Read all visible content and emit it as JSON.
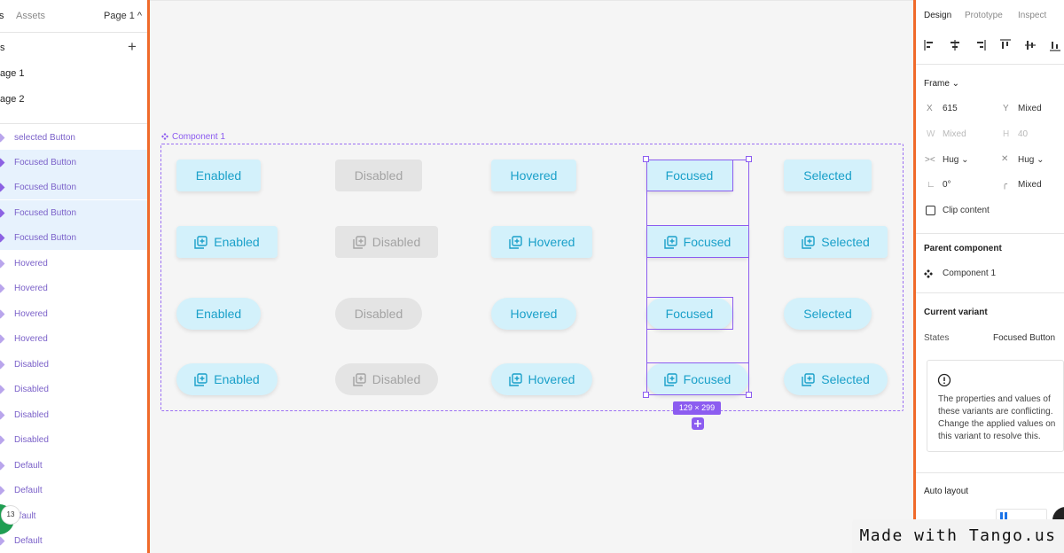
{
  "left_panel": {
    "tabs": [
      {
        "label": "s"
      },
      {
        "label": "Assets"
      }
    ],
    "page_selector": "Page 1 ^",
    "pages_header": "s",
    "add_page_icon": "plus-icon",
    "pages": [
      {
        "label": "age 1"
      },
      {
        "label": "age 2"
      }
    ],
    "layers": [
      {
        "label": "selected Button"
      },
      {
        "label": "Focused Button"
      },
      {
        "label": "Focused Button"
      },
      {
        "label": "Focused Button"
      },
      {
        "label": "Focused Button"
      },
      {
        "label": "Hovered"
      },
      {
        "label": "Hovered"
      },
      {
        "label": "Hovered"
      },
      {
        "label": "Hovered"
      },
      {
        "label": "Disabled"
      },
      {
        "label": "Disabled"
      },
      {
        "label": "Disabled"
      },
      {
        "label": "Disabled"
      },
      {
        "label": "Default"
      },
      {
        "label": "Default"
      },
      {
        "label": "efault"
      },
      {
        "label": "Default"
      }
    ],
    "badge_count": "13"
  },
  "canvas": {
    "component_label": "Component 1",
    "buttons": {
      "enabled": "Enabled",
      "disabled": "Disabled",
      "hovered": "Hovered",
      "focused": "Focused",
      "selected": "Selected"
    },
    "icon": "add-box-icon",
    "size_label": "129 × 299",
    "accent": "#8c5cf0",
    "button_bg": "#d3f1fb",
    "button_text": "#1aa0c9"
  },
  "right_panel": {
    "tabs": [
      {
        "label": "Design"
      },
      {
        "label": "Prototype"
      },
      {
        "label": "Inspect"
      }
    ],
    "frame_header": "Frame ⌄",
    "x_label": "X",
    "x_value": "615",
    "y_label": "Y",
    "y_value": "Mixed",
    "w_label": "W",
    "w_value": "Mixed",
    "h_label": "H",
    "h_value": "40",
    "hug_w": "Hug ⌄",
    "hug_h": "Hug ⌄",
    "rotation": "0°",
    "radius": "Mixed",
    "clip_content": "Clip content",
    "parent_component_header": "Parent component",
    "parent_component_value": "Component 1",
    "current_variant_header": "Current variant",
    "states_label": "States",
    "states_value": "Focused Button",
    "warning_text": "The properties and values of these variants are conflicting. Change the applied values on this variant to resolve this.",
    "auto_layout_header": "Auto layout"
  },
  "watermark": "Made with Tango.us"
}
